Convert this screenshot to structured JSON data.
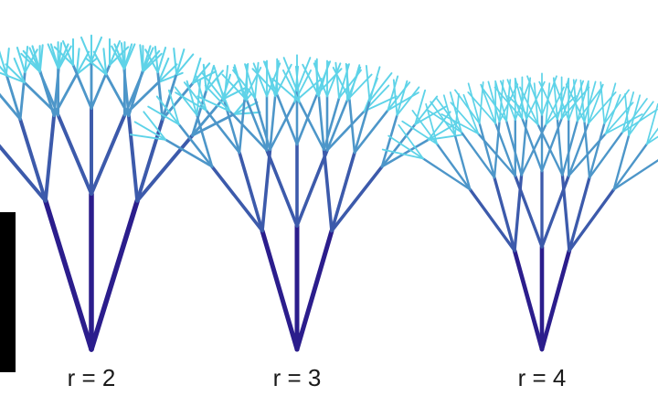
{
  "figure": {
    "background": "#ffffff",
    "edge_bar_color": "#000000",
    "trunk_color": "#2b1d8c",
    "tip_color": "#5ed3e8",
    "branches_per_node": 3,
    "generations": 4,
    "panels": [
      {
        "label": "r = 2",
        "r": 2
      },
      {
        "label": "r = 3",
        "r": 3
      },
      {
        "label": "r = 4",
        "r": 4
      }
    ]
  }
}
